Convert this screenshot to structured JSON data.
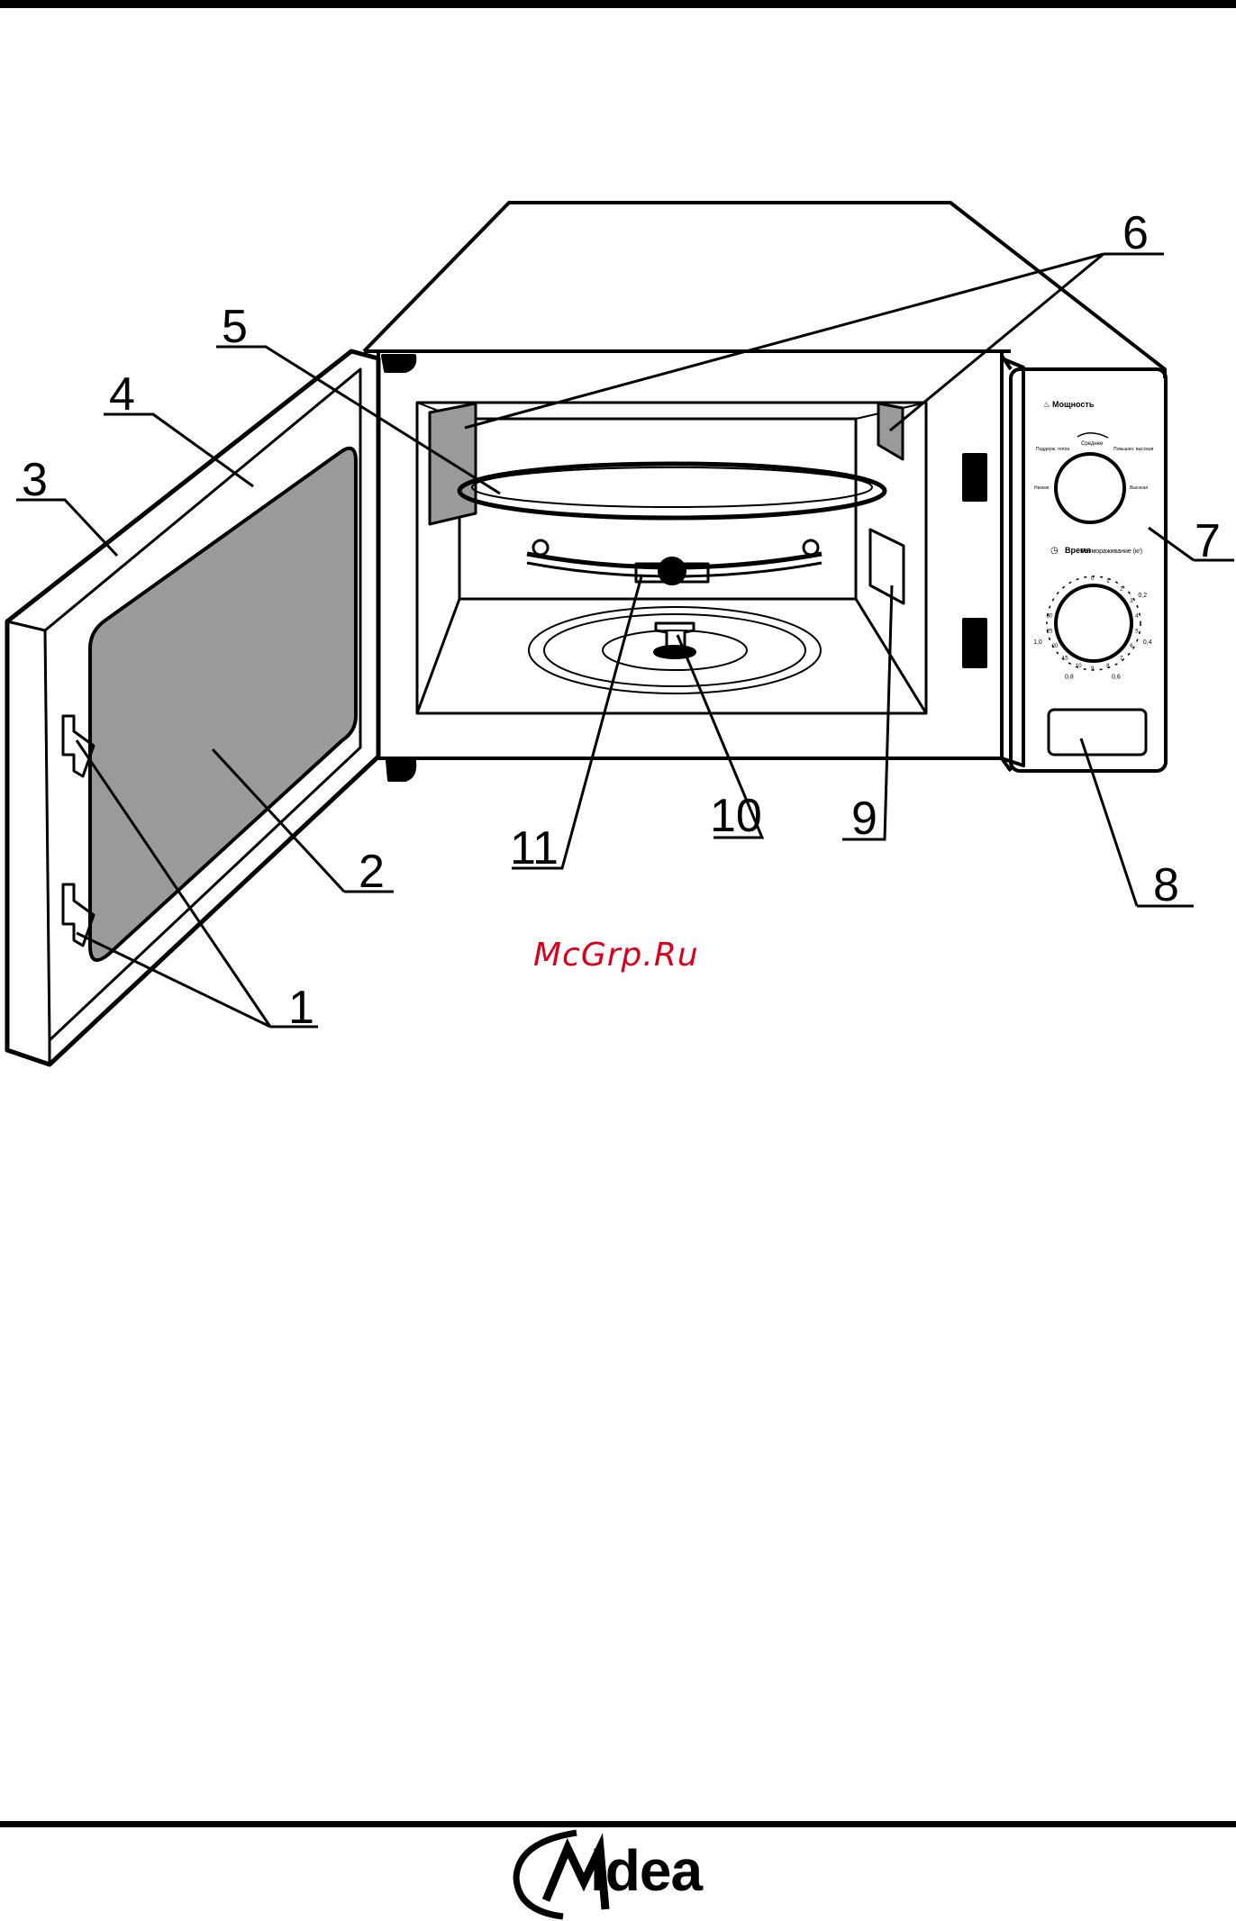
{
  "watermark": "McGrp.Ru",
  "brand": {
    "logo_text": "idea"
  },
  "callouts": [
    "1",
    "2",
    "3",
    "4",
    "5",
    "6",
    "7",
    "8",
    "9",
    "10",
    "11"
  ],
  "control_panel": {
    "power_label": "Мощность",
    "power_levels": [
      "Поддерж. тепла",
      "Среднее",
      "Повышен. высокая",
      "Низкая",
      "Высокая"
    ],
    "time_label": "Время",
    "defrost_label": "Размораживание (кг)",
    "time_marks": [
      "0",
      "1",
      "2",
      "3",
      "4",
      "5",
      "6",
      "7",
      "8",
      "9",
      "10",
      "15",
      "20",
      "25",
      "30"
    ],
    "weight_marks": [
      "0,2",
      "0,4",
      "0,6",
      "0,8",
      "1,0"
    ]
  },
  "colors": {
    "line": "#000000",
    "glass": "#9a9a9a",
    "watermark": "#d9001b"
  }
}
